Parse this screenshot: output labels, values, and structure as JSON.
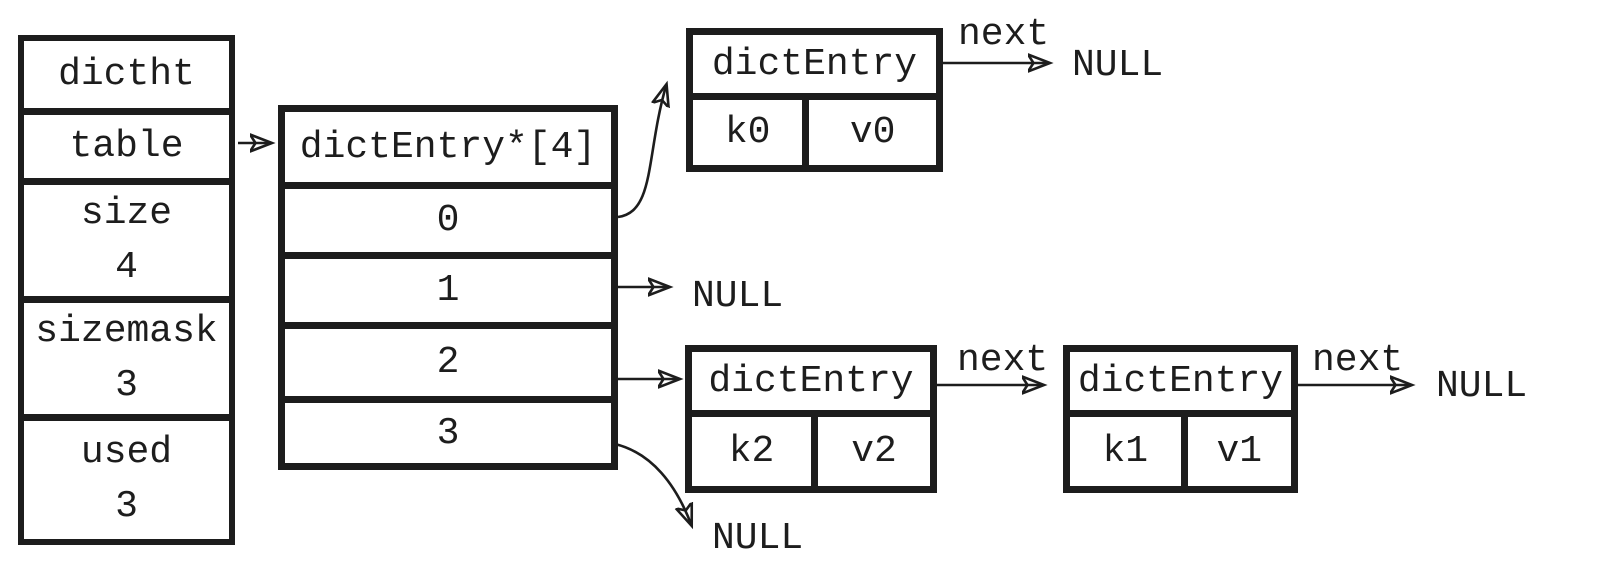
{
  "dictht_box": {
    "title": "dictht",
    "rows": [
      {
        "label": "table",
        "value": ""
      },
      {
        "label": "size",
        "value": "4"
      },
      {
        "label": "sizemask",
        "value": "3"
      },
      {
        "label": "used",
        "value": "3"
      }
    ]
  },
  "bucket_table": {
    "header": "dictEntry*[4]",
    "slots": [
      "0",
      "1",
      "2",
      "3"
    ]
  },
  "entries": [
    {
      "title": "dictEntry",
      "key": "k0",
      "value": "v0"
    },
    {
      "title": "dictEntry",
      "key": "k2",
      "value": "v2"
    },
    {
      "title": "dictEntry",
      "key": "k1",
      "value": "v1"
    }
  ],
  "labels": {
    "next_k0": "next",
    "next_k2": "next",
    "next_k1": "next",
    "null_after_k0": "NULL",
    "null_slot1": "NULL",
    "null_after_k1": "NULL",
    "null_slot3": "NULL"
  },
  "colors": {
    "line": "#1d1d1d",
    "background": "#ffffff"
  }
}
